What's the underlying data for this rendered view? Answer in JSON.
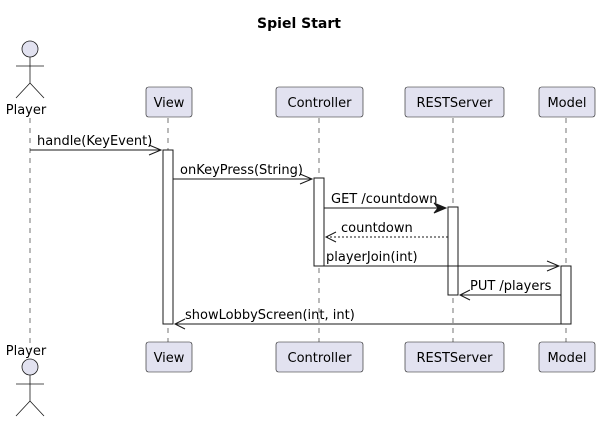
{
  "diagram": {
    "title": "Spiel Start",
    "participants": {
      "player": "Player",
      "view": "View",
      "controller": "Controller",
      "restserver": "RESTServer",
      "model": "Model"
    },
    "messages": [
      {
        "from": "Player",
        "to": "View",
        "label": "handle(KeyEvent)",
        "style": "async"
      },
      {
        "from": "View",
        "to": "Controller",
        "label": "onKeyPress(String)",
        "style": "async"
      },
      {
        "from": "Controller",
        "to": "RESTServer",
        "label": "GET /countdown",
        "style": "sync"
      },
      {
        "from": "RESTServer",
        "to": "Controller",
        "label": "countdown",
        "style": "return"
      },
      {
        "from": "Controller",
        "to": "Model",
        "label": "playerJoin(int)",
        "style": "async"
      },
      {
        "from": "Model",
        "to": "RESTServer",
        "label": "PUT /players",
        "style": "async"
      },
      {
        "from": "Model",
        "to": "View",
        "label": "showLobbyScreen(int, int)",
        "style": "async"
      }
    ]
  }
}
